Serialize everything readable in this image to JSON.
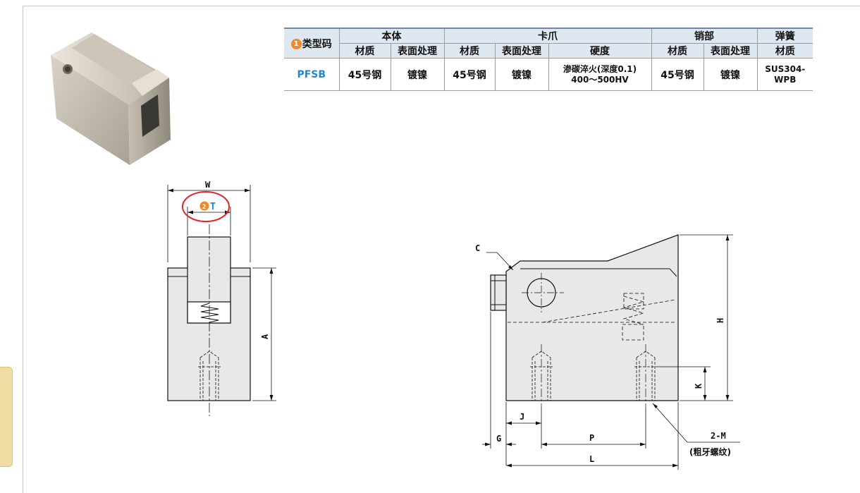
{
  "table": {
    "header_code": "类型码",
    "badge_1": "1",
    "groups": {
      "body": "本体",
      "claw": "卡爪",
      "pin": "销部",
      "spring": "弹簧"
    },
    "sub": {
      "body_material": "材质",
      "body_surface": "表面处理",
      "claw_material": "材质",
      "claw_surface": "表面处理",
      "claw_hardness": "硬度",
      "pin_material": "材质",
      "pin_surface": "表面处理",
      "spring_material": "材质"
    },
    "row": {
      "model": "PFSB",
      "body_material": "45号钢",
      "body_surface": "镀镍",
      "claw_material": "45号钢",
      "claw_surface": "镀镍",
      "claw_hardness_line1": "渗碳淬火(深度0.1)",
      "claw_hardness_line2": "400～500HV",
      "pin_material": "45号钢",
      "pin_surface": "镀镍",
      "spring_material": "SUS304-WPB"
    }
  },
  "front_view": {
    "w_label": "W",
    "badge_2": "2",
    "t_label": "T",
    "a_label": "A"
  },
  "side_view": {
    "c_label": "C",
    "h_label": "H",
    "k_label": "K",
    "j_label": "J",
    "g_label": "G",
    "p_label": "P",
    "l_label": "L",
    "m_label": "2-M",
    "thread_note": "(粗牙螺纹)"
  },
  "colors": {
    "badge": "#f08a24",
    "model_text": "#1e88d2",
    "highlight_circle": "#e0262b",
    "header_bg": "#dfe7f1"
  }
}
